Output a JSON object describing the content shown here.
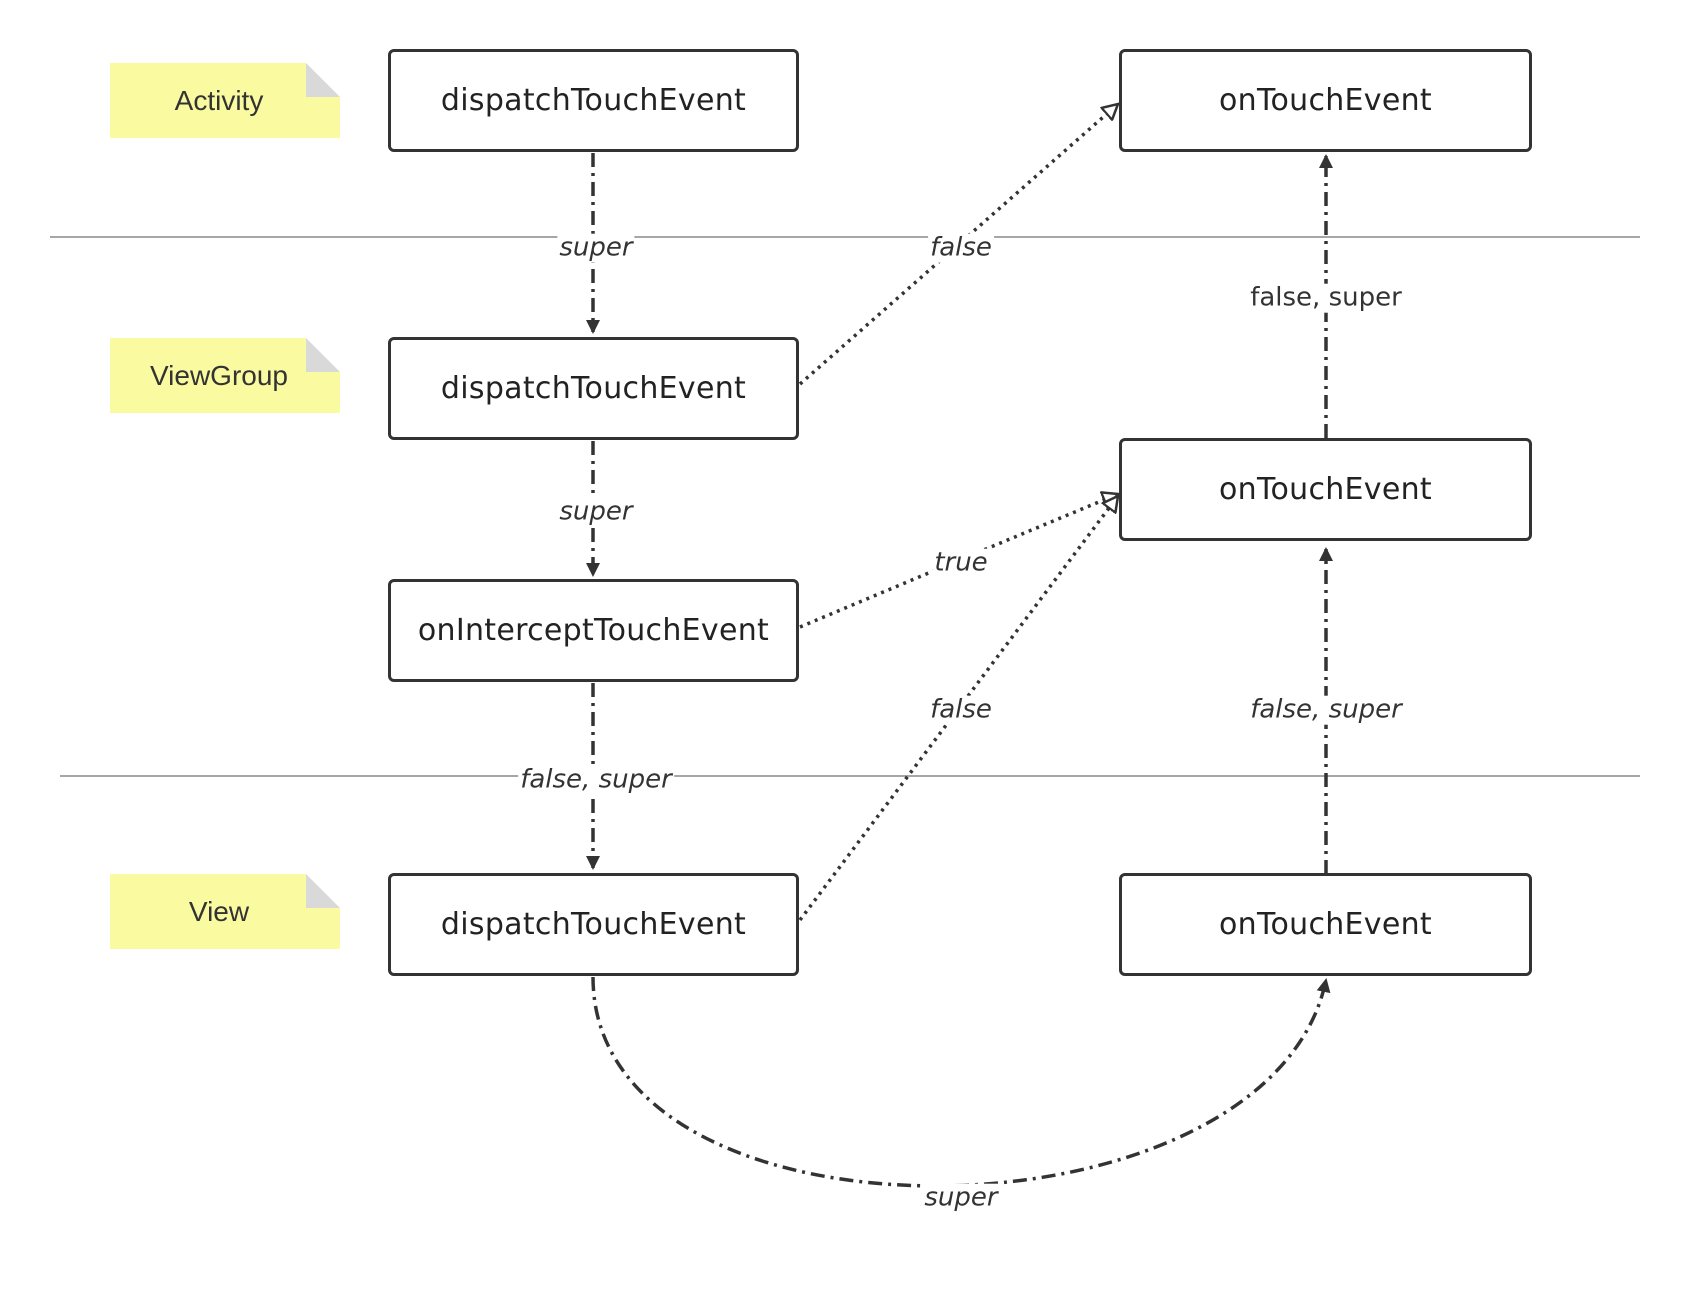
{
  "lanes": {
    "activity": "Activity",
    "viewgroup": "ViewGroup",
    "view": "View"
  },
  "nodes": {
    "activity_dispatch": "dispatchTouchEvent",
    "activity_ontouch": "onTouchEvent",
    "viewgroup_dispatch": "dispatchTouchEvent",
    "viewgroup_intercept": "onInterceptTouchEvent",
    "viewgroup_ontouch": "onTouchEvent",
    "view_dispatch": "dispatchTouchEvent",
    "view_ontouch": "onTouchEvent"
  },
  "edges": {
    "activity_to_viewgroup_dispatch": "super",
    "viewgroup_dispatch_to_activity_ontouch": "false",
    "viewgroup_ontouch_to_activity_ontouch": "false, super",
    "viewgroup_dispatch_to_intercept": "super",
    "intercept_to_viewgroup_ontouch": "true",
    "view_dispatch_to_viewgroup_ontouch": "false",
    "view_ontouch_to_viewgroup_ontouch": "false, super",
    "intercept_to_view_dispatch": "false, super",
    "view_dispatch_to_view_ontouch": "super"
  },
  "colors": {
    "note": "#fafaa0",
    "line": "#333333",
    "separator": "#888888"
  }
}
